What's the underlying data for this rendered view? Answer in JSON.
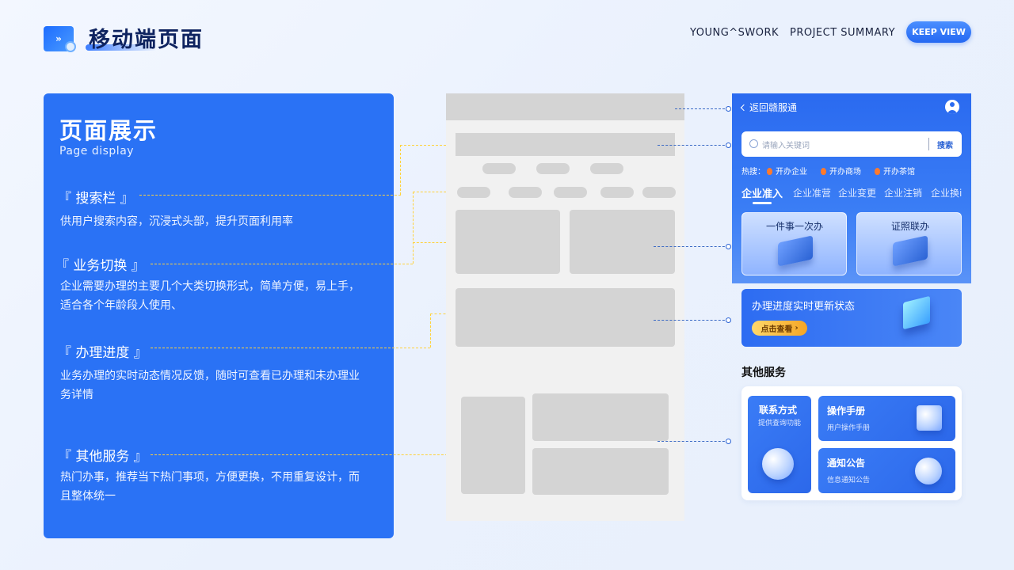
{
  "header": {
    "page_title": "移动端页面",
    "brand": "YOUNG^SWORK",
    "summary": "PROJECT SUMMARY",
    "keep_view_label": "KEEP VIEW"
  },
  "left_panel": {
    "title": "页面展示",
    "subtitle": "Page display",
    "sections": [
      {
        "title": "『 搜索栏 』",
        "desc": "供用户搜索内容，沉浸式头部，提升页面利用率"
      },
      {
        "title": "『 业务切换 』",
        "desc": "企业需要办理的主要几个大类切换形式，简单方便，易上手，适合各个年龄段人使用、"
      },
      {
        "title": "『 办理进度 』",
        "desc": "业务办理的实时动态情况反馈，随时可查看已办理和未办理业务详情"
      },
      {
        "title": "『 其他服务 』",
        "desc": "热门办事，推荐当下热门事项，方便更换，不用重复设计，而且整体统一"
      }
    ]
  },
  "phone": {
    "back_label": "返回赣服通",
    "search_placeholder": "请输入关键词",
    "search_button": "搜索",
    "hot_label": "热搜：",
    "hot_items": [
      "开办企业",
      "开办商场",
      "开办茶馆"
    ],
    "tabs": [
      "企业准入",
      "企业准营",
      "企业变更",
      "企业注销",
      "企业换i"
    ],
    "cards": [
      "一件事一次办",
      "证照联办"
    ],
    "progress_title": "办理进度实时更新状态",
    "progress_button": "点击查看",
    "other_title": "其他服务",
    "services": [
      {
        "title": "联系方式",
        "desc": "提供查询功能"
      },
      {
        "title": "操作手册",
        "desc": "用户操作手册"
      },
      {
        "title": "通知公告",
        "desc": "信息通知公告"
      }
    ]
  },
  "colors": {
    "primary": "#2a72f5",
    "accent_yellow": "#ffd23c",
    "wireframe_gray": "#d4d4d4"
  }
}
